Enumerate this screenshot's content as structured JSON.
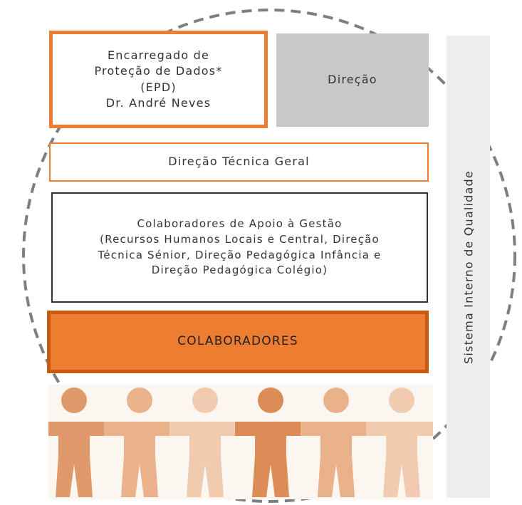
{
  "epd": {
    "lines": [
      "Encarregado de",
      "Proteção de Dados*",
      "(EPD)",
      "Dr. André Neves"
    ]
  },
  "direcao": {
    "label": "Direção"
  },
  "direcao_tecnica_geral": {
    "label": "Direção Técnica Geral"
  },
  "apoio_gestao": {
    "lines": [
      "Colaboradores de Apoio à Gestão",
      "(Recursos Humanos Locais e Central, Direção",
      "Técnica Sénior, Direção Pedagógica Infância e",
      "Direção Pedagógica Colégio)"
    ]
  },
  "colaboradores": {
    "label": "COLABORADORES"
  },
  "sistema_qualidade": {
    "label": "Sistema Interno de Qualidade"
  },
  "people_figures": {
    "colors": [
      "#e0996a",
      "#eab28b",
      "#f1cbb0",
      "#dc8d57",
      "#eab28b",
      "#f1cbb0"
    ]
  },
  "colors": {
    "orange": "#ed7d31",
    "dark_orange": "#c55a11",
    "grey_box": "#c8c8c8",
    "dashed_circle": "#7f7f7f"
  }
}
